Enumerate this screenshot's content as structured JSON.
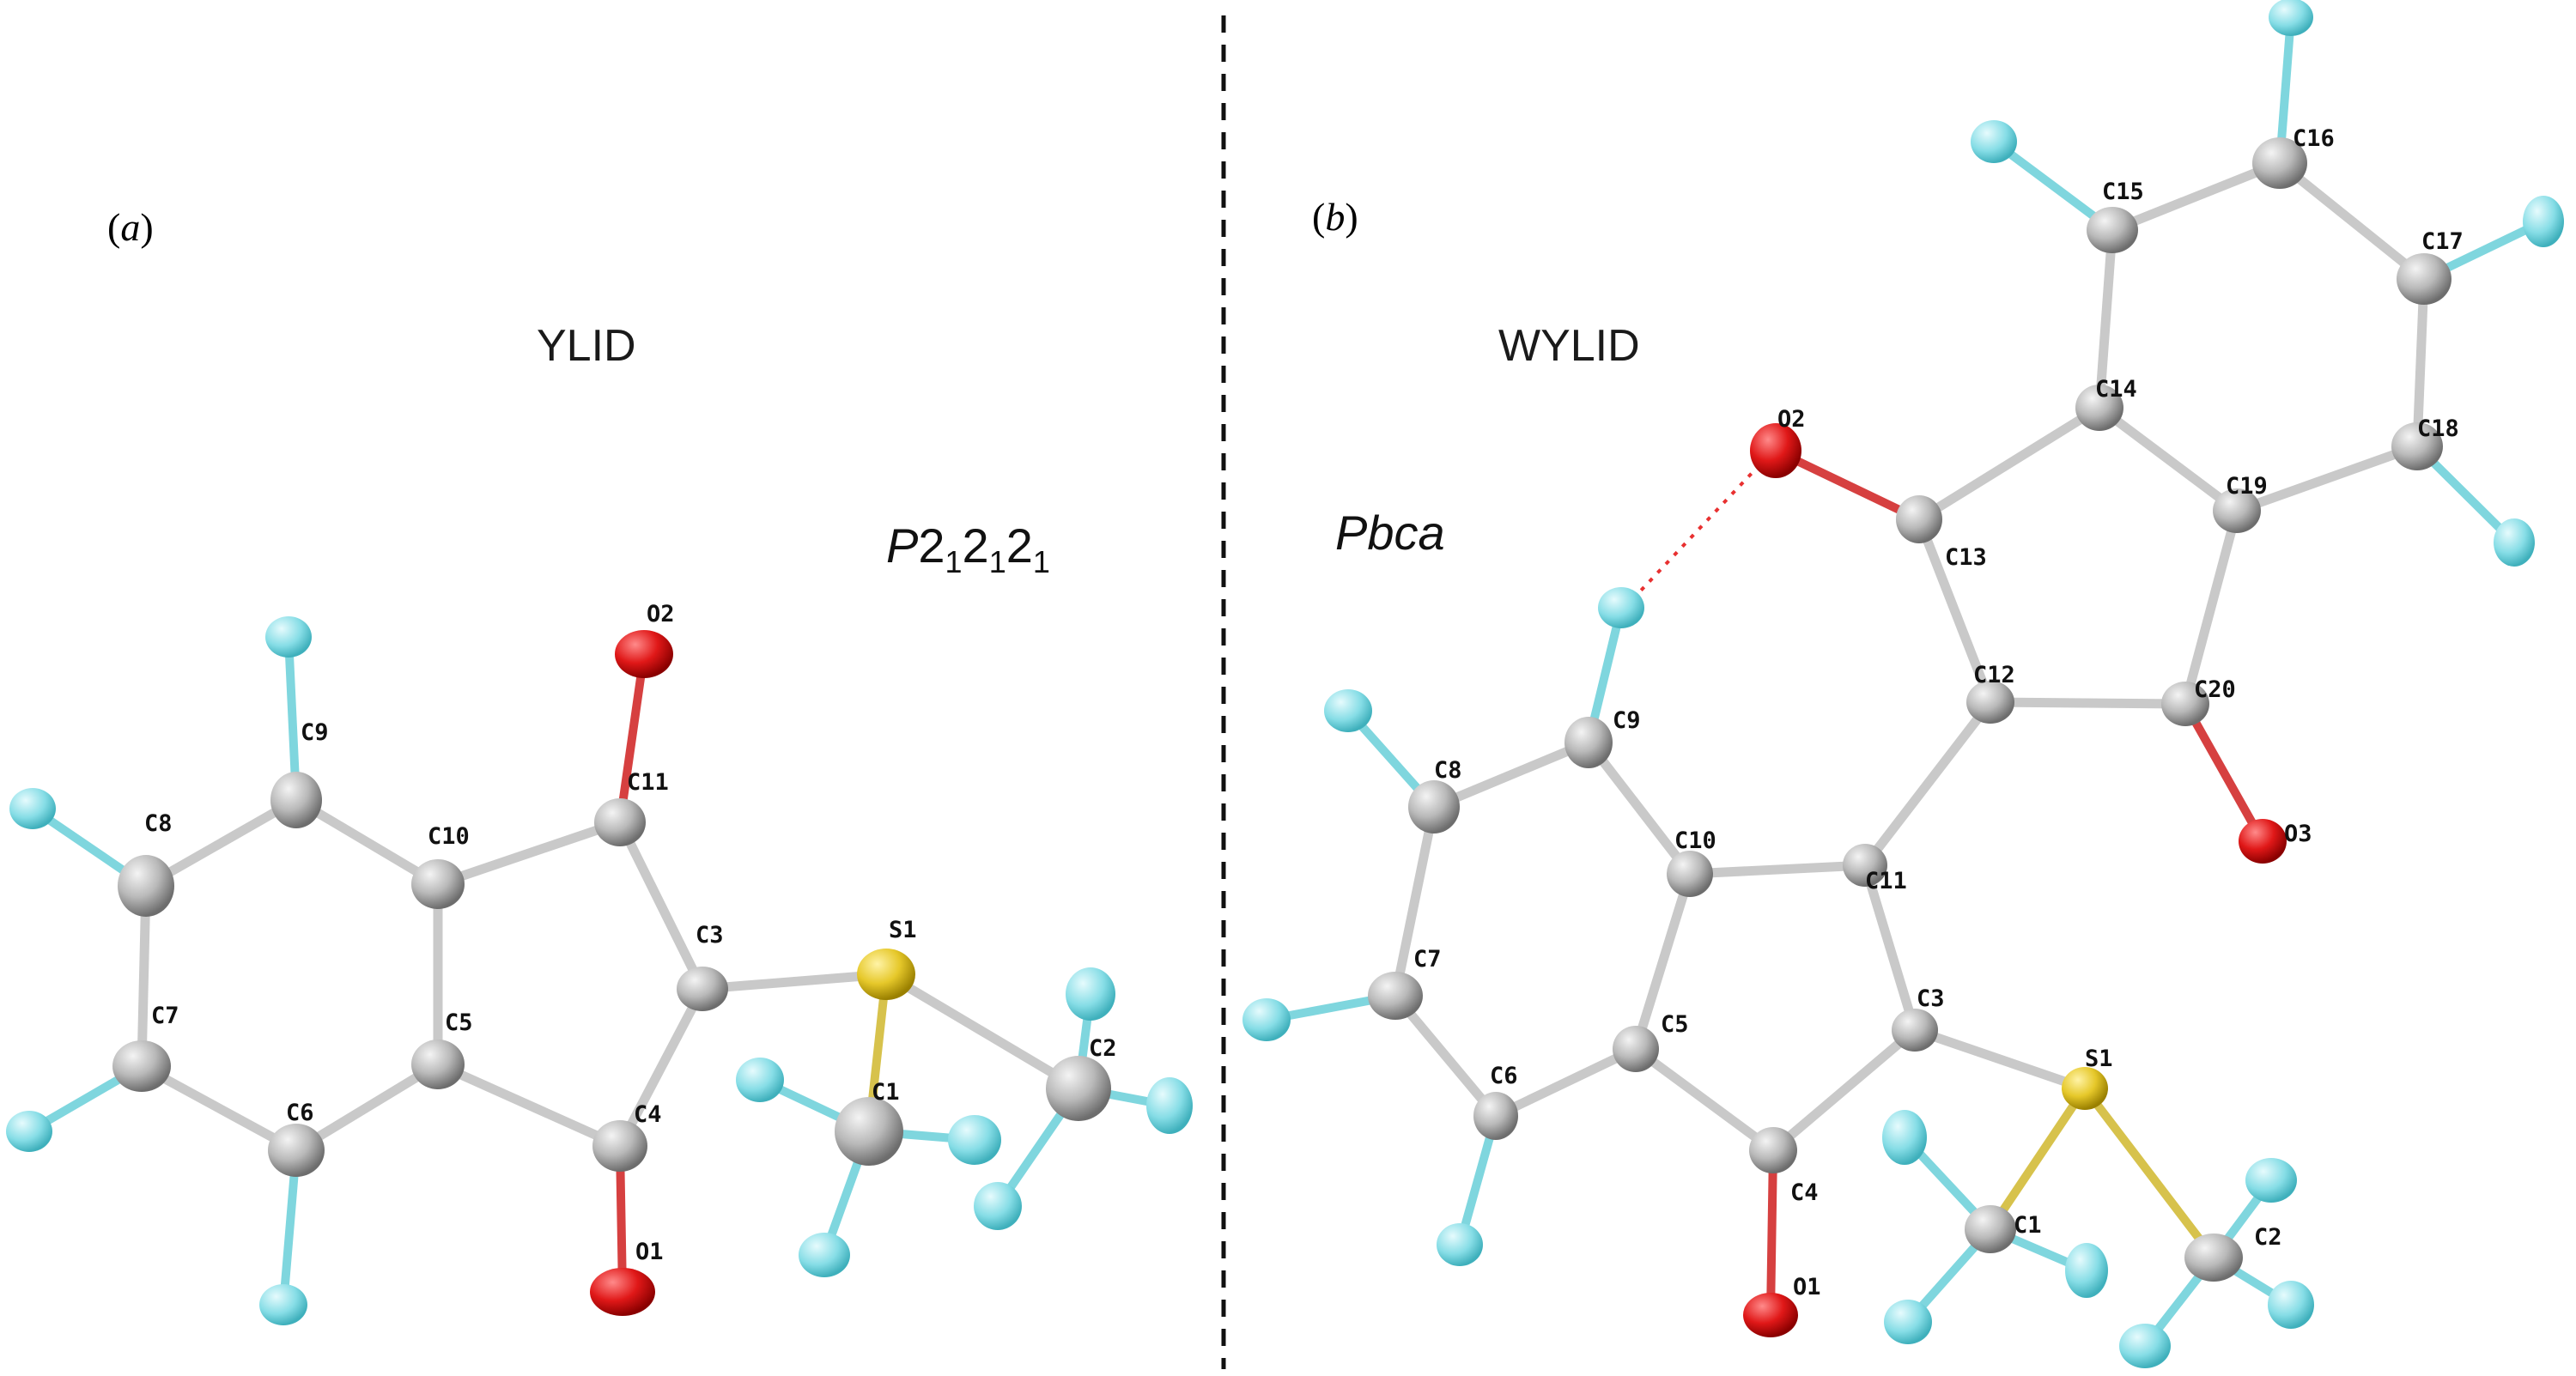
{
  "panel_a": {
    "label_open": "(",
    "label_letter": "a",
    "label_close": ")",
    "compound_name": "YLID",
    "space_group_letter": "P",
    "space_group_digits": [
      "2",
      "1",
      "2",
      "1",
      "2",
      "1"
    ],
    "atom_labels": {
      "O2": "O2",
      "C11": "C11",
      "C9": "C9",
      "C10": "C10",
      "C8": "C8",
      "C3": "C3",
      "S1": "S1",
      "C7": "C7",
      "C5": "C5",
      "C2": "C2",
      "C1": "C1",
      "C6": "C6",
      "C4": "C4",
      "O1": "O1"
    }
  },
  "panel_b": {
    "label_open": "(",
    "label_letter": "b",
    "label_close": ")",
    "compound_name": "WYLID",
    "space_group": "Pbca",
    "atom_labels": {
      "C16": "C16",
      "C15": "C15",
      "C17": "C17",
      "C14": "C14",
      "O2": "O2",
      "C18": "C18",
      "C19": "C19",
      "C13": "C13",
      "C12": "C12",
      "C20": "C20",
      "C9": "C9",
      "C8": "C8",
      "O3": "O3",
      "C10": "C10",
      "C11": "C11",
      "C7": "C7",
      "C3": "C3",
      "C5": "C5",
      "C6": "C6",
      "S1": "S1",
      "C4": "C4",
      "C1": "C1",
      "C2": "C2",
      "O1": "O1"
    }
  },
  "colors": {
    "carbon": "#bdbdbd",
    "oxygen": "#e01818",
    "sulfur": "#e6c82a",
    "hydrogen_fluorine": "#86dde6",
    "bond": "#c9c9c9",
    "divider": "#111111",
    "hbond": "#e83030"
  }
}
